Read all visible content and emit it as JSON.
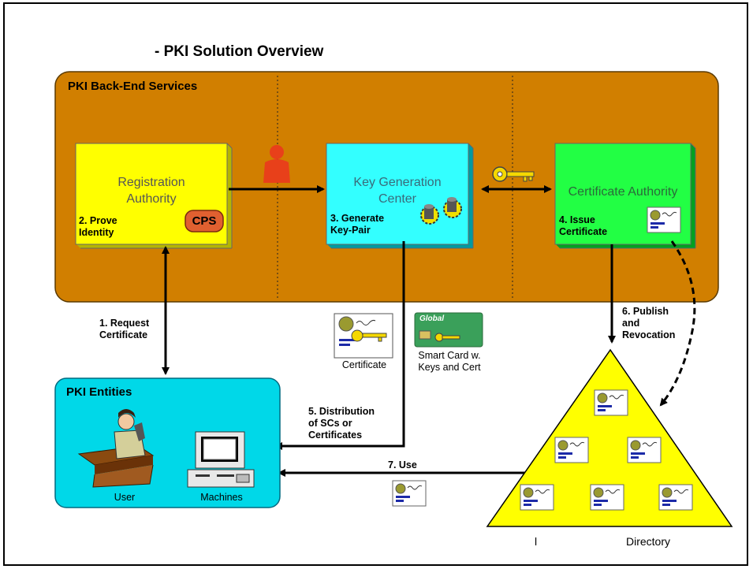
{
  "title": "- PKI Solution Overview",
  "backend": {
    "title": "PKI Back-End Services",
    "registration_authority": {
      "line1": "Registration",
      "line2": "Authority",
      "step_line1": "2. Prove",
      "step_line2": "Identity",
      "badge": "CPS"
    },
    "key_generation_center": {
      "line1": "Key Generation",
      "line2": "Center",
      "step_line1": "3. Generate",
      "step_line2": "Key-Pair"
    },
    "certificate_authority": {
      "title": "Certificate Authority",
      "step_line1": "4. Issue",
      "step_line2": "Certificate"
    }
  },
  "steps": {
    "request": {
      "line1": "1. Request",
      "line2": "Certificate"
    },
    "distribution": {
      "line1": "5. Distribution",
      "line2": "of SCs or",
      "line3": "Certificates"
    },
    "publish": {
      "line1": "6. Publish",
      "line2": "and",
      "line3": "Revocation"
    },
    "use": {
      "line1": "7. Use"
    }
  },
  "artifacts": {
    "certificate_caption": "Certificate",
    "smart_card_caption_line1": "Smart Card w.",
    "smart_card_caption_line2": "Keys and Cert",
    "smart_card_brand": "Global"
  },
  "entities": {
    "title": "PKI Entities",
    "user": "User",
    "machines": "Machines"
  },
  "directory": {
    "label_left": "l",
    "label": "Directory"
  },
  "colors": {
    "backend_fill": "#d17f00",
    "registration_authority": "#ffff00",
    "key_generation_center": "#00ffff",
    "certificate_authority": "#00ff3a",
    "entities_fill": "#00d8e8",
    "directory_fill": "#ffff00",
    "cps_badge": "#e06030",
    "person_icon": "#e8401a"
  }
}
